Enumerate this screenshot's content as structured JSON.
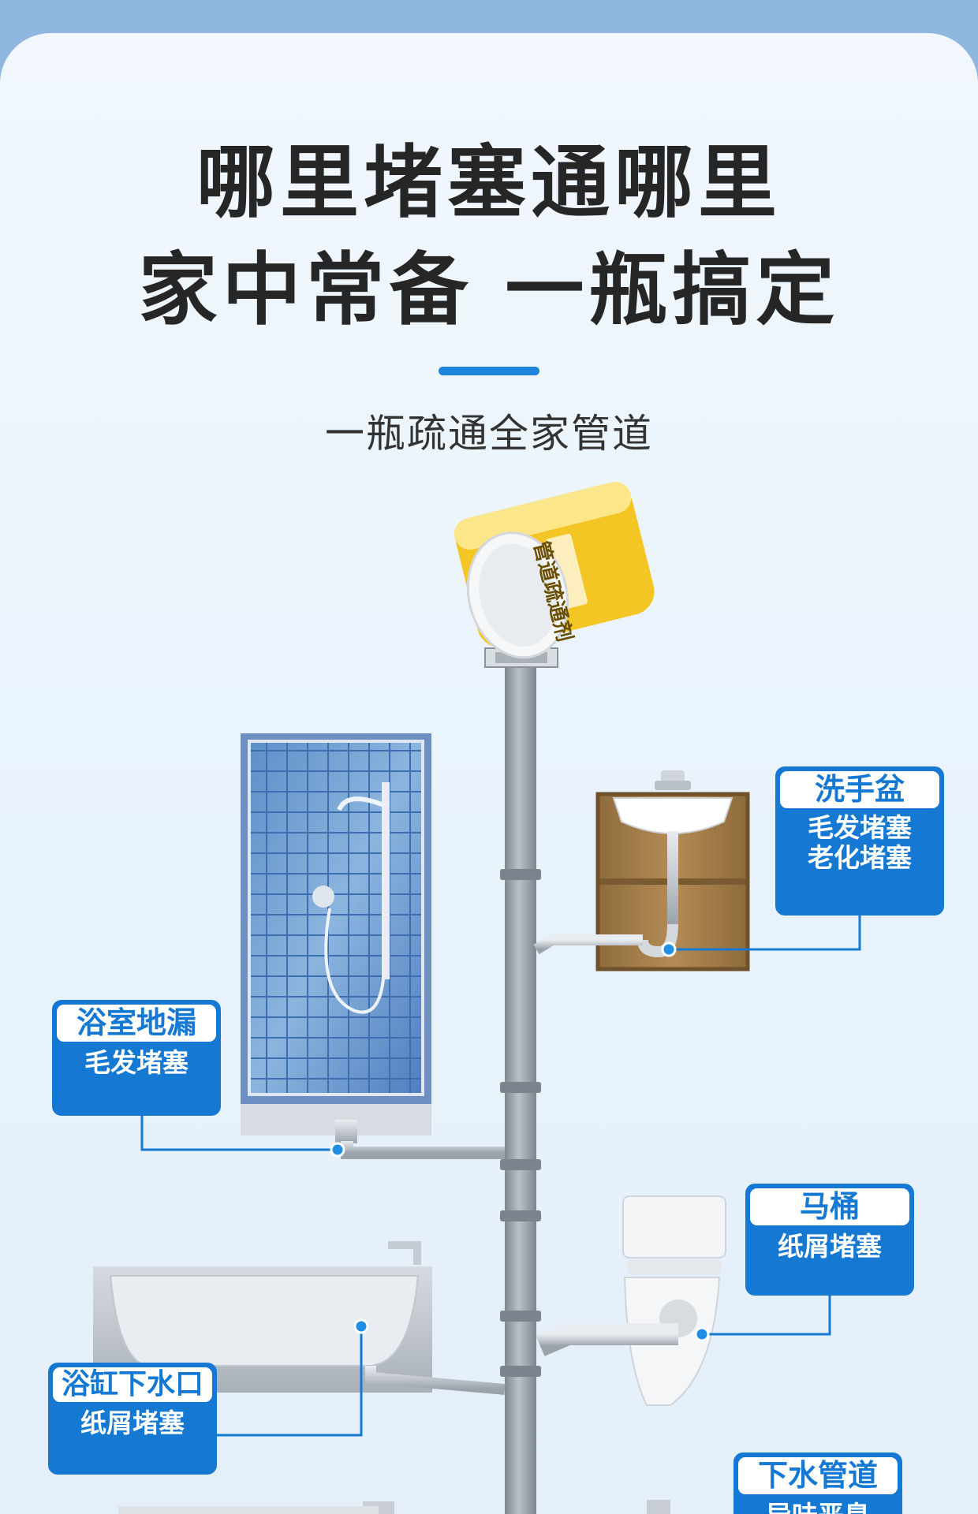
{
  "headline": {
    "line1": "哪里堵塞通哪里",
    "line2": "家中常备 一瓶搞定"
  },
  "subtitle": "一瓶疏通全家管道",
  "colors": {
    "accent_blue": "#1579d3",
    "accent_bar": "#1e84dc",
    "pipe_gray": "#9aa3ad",
    "product_yellow": "#f3c623",
    "cabinet_wood": "#a9834f"
  },
  "product": {
    "label_text": "管道疏通剂"
  },
  "callouts": {
    "sink": {
      "title": "洗手盆",
      "lines": [
        "毛发堵塞",
        "老化堵塞"
      ]
    },
    "shower_drain": {
      "title": "浴室地漏",
      "lines": [
        "毛发堵塞"
      ]
    },
    "toilet": {
      "title": "马桶",
      "lines": [
        "纸屑堵塞"
      ]
    },
    "bathtub": {
      "title": "浴缸下水口",
      "lines": [
        "纸屑堵塞"
      ]
    },
    "drain_pipe": {
      "title": "下水管道",
      "lines": [
        "异味恶臭"
      ]
    }
  }
}
